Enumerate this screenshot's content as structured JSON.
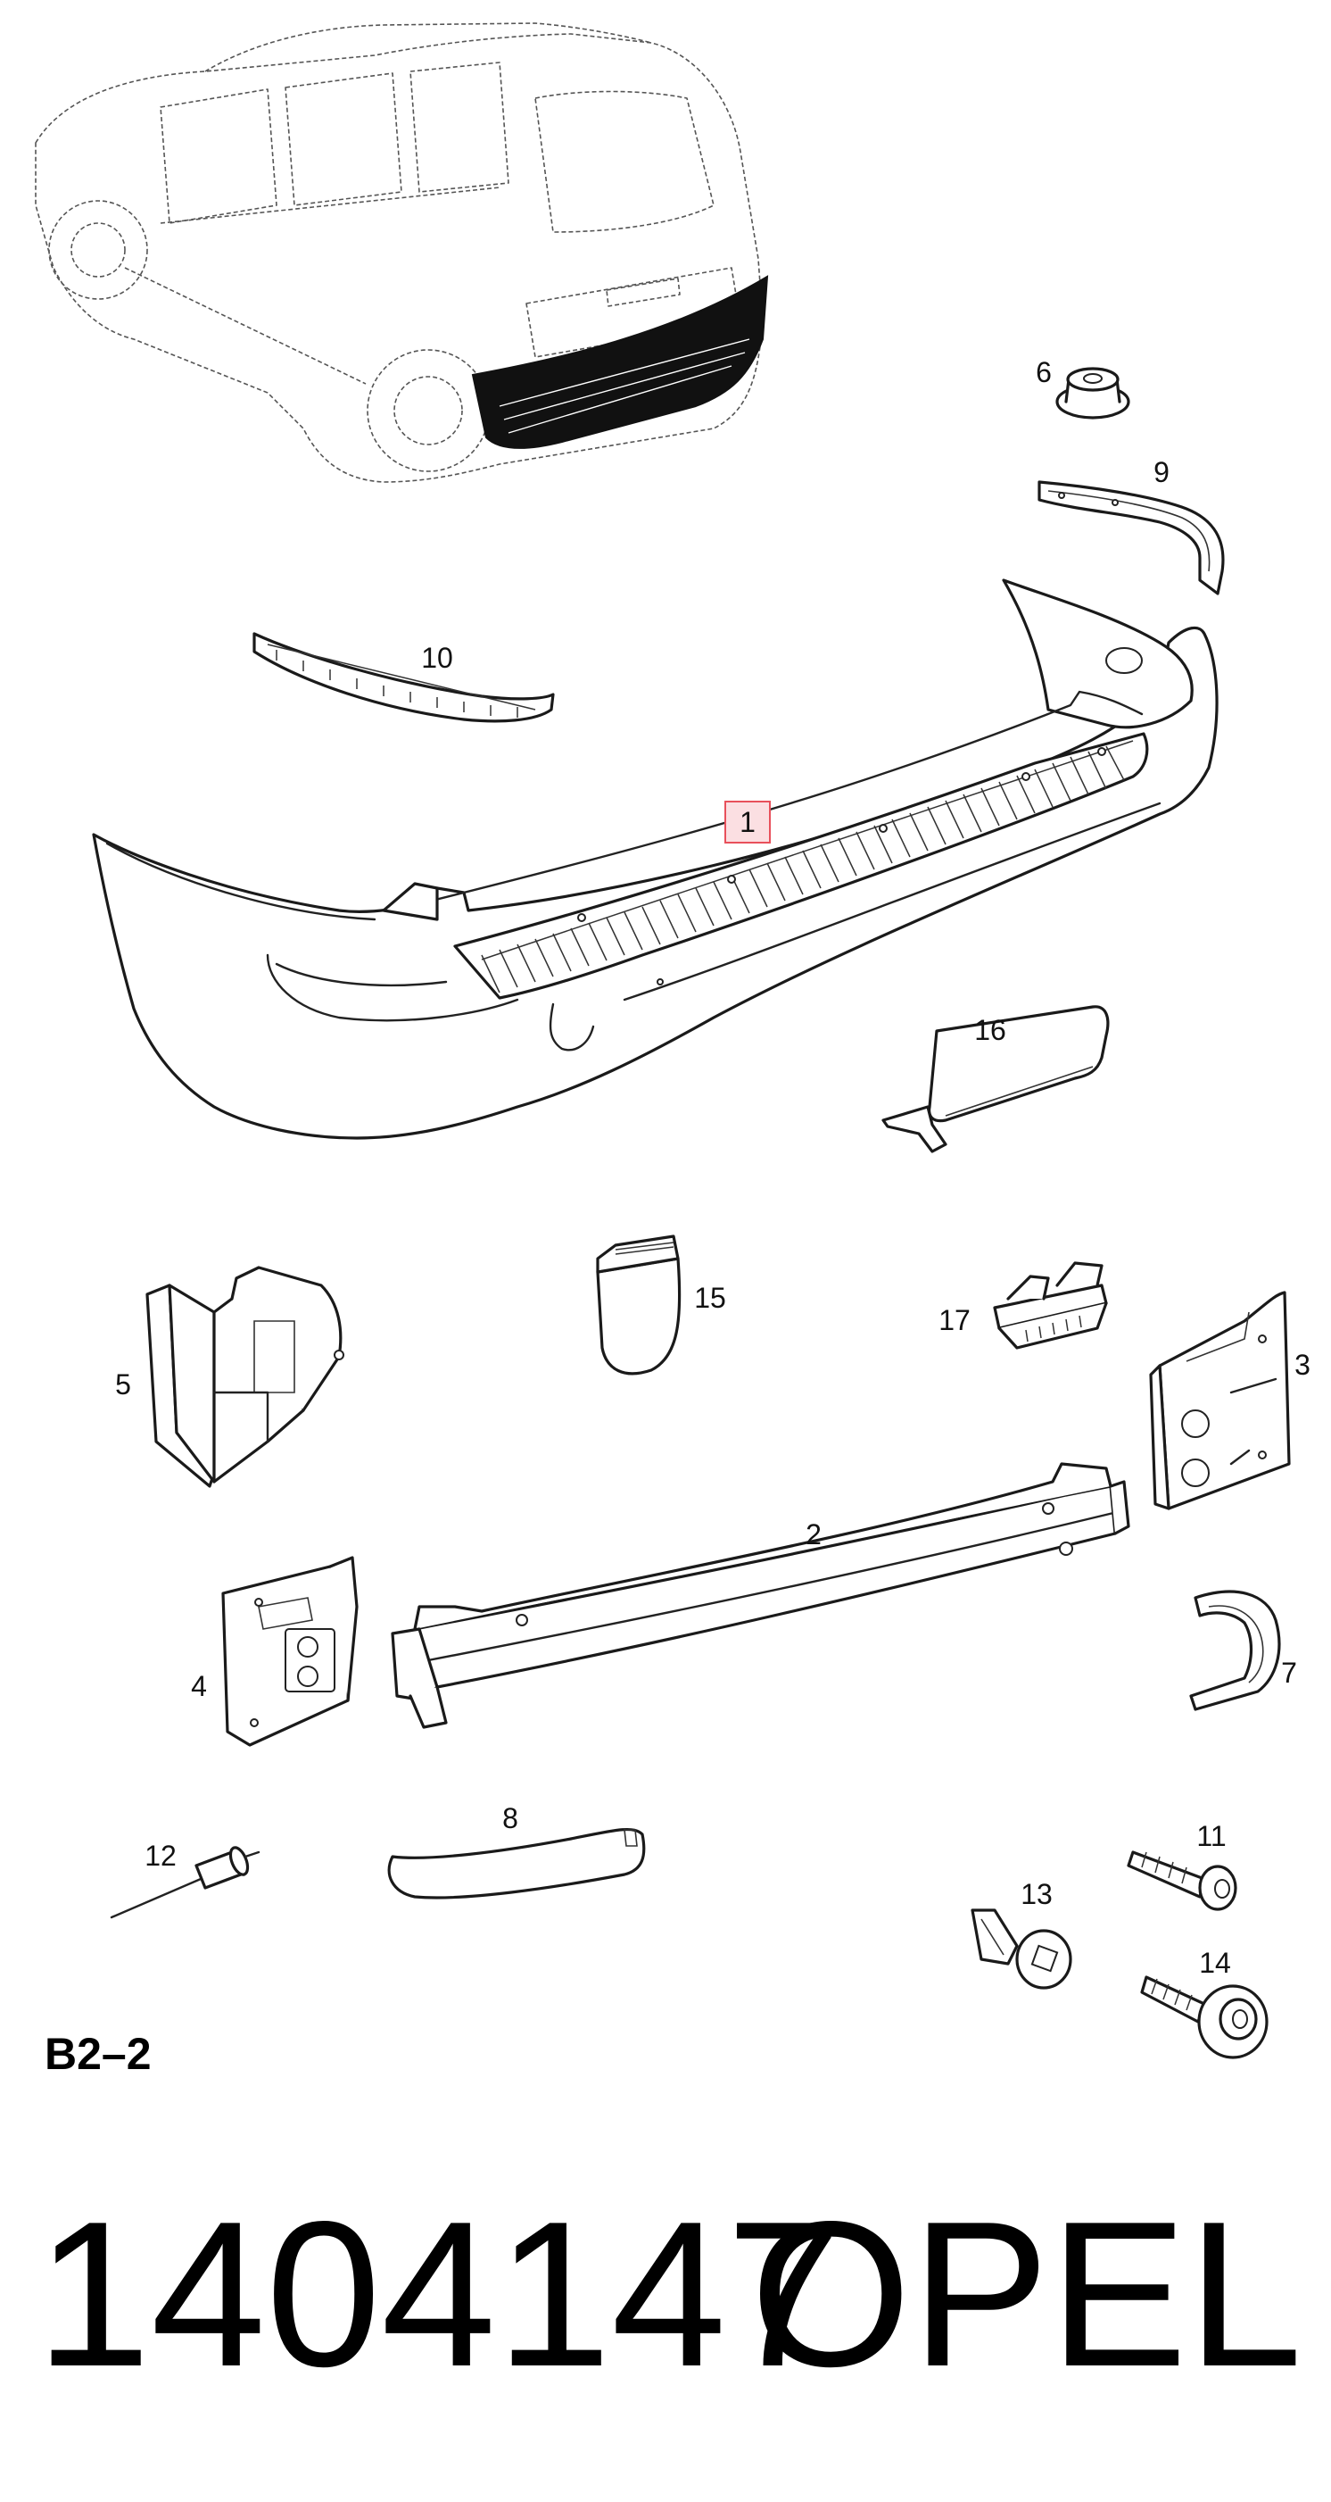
{
  "diagram": {
    "sheet_code": "B2–2",
    "part_number": "1404147",
    "brand": "OPEL",
    "highlighted_callout": "1",
    "callouts": [
      "1",
      "2",
      "3",
      "4",
      "5",
      "6",
      "7",
      "8",
      "9",
      "10",
      "11",
      "12",
      "13",
      "14",
      "15",
      "16",
      "17"
    ],
    "highlight_color": "#e8505b"
  }
}
